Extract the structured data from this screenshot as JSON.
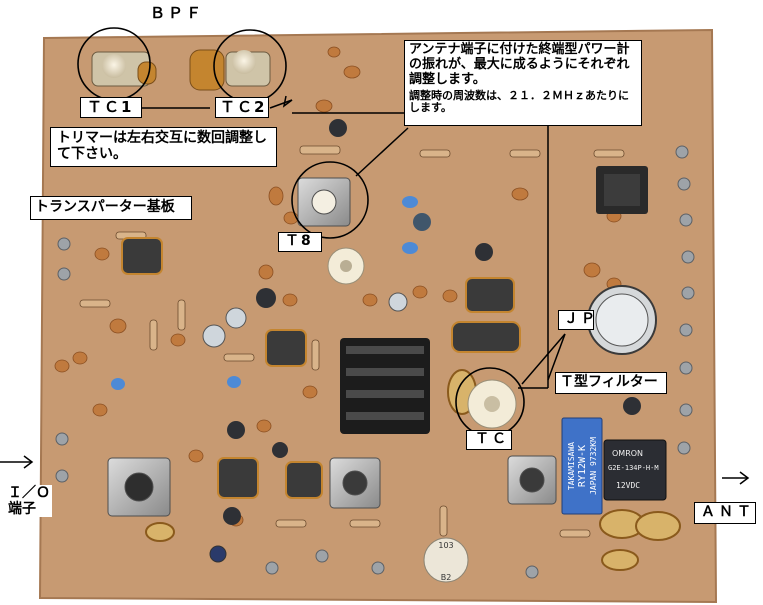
{
  "labels": {
    "bpf": "ＢＰＦ",
    "tc1": "ＴＣ1",
    "tc2": "ＴＣ2",
    "trimmer_note": "トリマーは左右交互に数回調整して下さい。",
    "board": "トランスパーター基板",
    "t8": "Ｔ8",
    "main_note_line1": "アンテナ端子に付けた終端型パワー計の振れが、最大に成るようにそれぞれ調整します。",
    "main_note_line2": "調整時の周波数は、２１．２ＭＨｚあたりにします。",
    "jp": "ＪＰ",
    "t_filter": "Ｔ型フィルター",
    "tc": "ＴＣ",
    "io_line1": "Ｉ／Ｏ",
    "io_line2": "端子",
    "ant": "ＡＮＴ"
  },
  "component_markings": {
    "relay_brand": "TAKAMISAWA",
    "relay_model": "RY12W-K",
    "relay_code": "JAPAN 9732KM",
    "omron_brand": "OMRON",
    "omron_model": "G2E-134P-H-M",
    "omron_voltage": "12VDC",
    "trimmer_code": "103",
    "trimmer_mark": "B2"
  },
  "colors": {
    "board": "#c79a72",
    "annotation_stroke": "#000000",
    "relay_blue": "#3f72c8",
    "coil_copper": "#b9782e"
  }
}
